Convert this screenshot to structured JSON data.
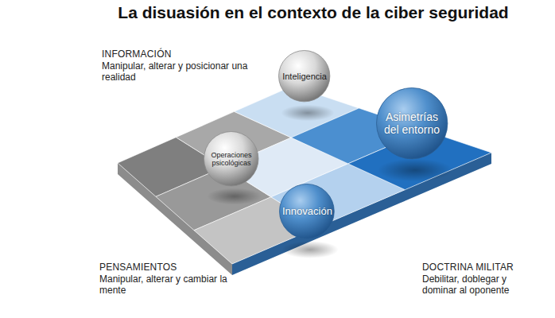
{
  "diagram": {
    "title": "La disuasión en el contexto de la ciber seguridad",
    "nodes": [
      {
        "text": [
          "Inteligencia"
        ]
      },
      {
        "text": [
          "Asimetrías del entorno"
        ]
      },
      {
        "text": [
          "Operaciones psicológicas"
        ]
      },
      {
        "text": [
          "Innovación"
        ]
      }
    ],
    "labels": [
      "INFORMACIÓN",
      "Manipular, alterar y posicionar una realidad",
      "PENSAMIENTOS",
      "Manipular, alterar y cambiar la mente",
      "DOCTRINA MILITAR",
      "Debilitar, doblegar y dominar al oponente"
    ]
  }
}
